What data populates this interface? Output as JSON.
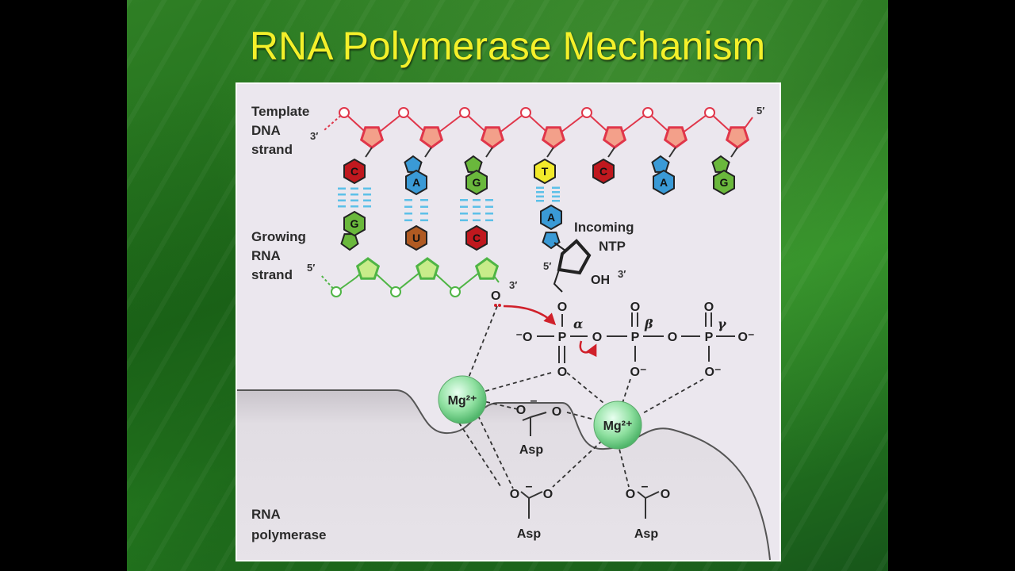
{
  "slide": {
    "title": "RNA Polymerase Mechanism"
  },
  "labels": {
    "template_line1": "Template",
    "template_line2": "DNA",
    "template_line3": "strand",
    "growing_line1": "Growing",
    "growing_line2": "RNA",
    "growing_line3": "strand",
    "incoming_line1": "Incoming",
    "incoming_line2": "NTP",
    "polymerase_line1": "RNA",
    "polymerase_line2": "polymerase"
  },
  "ends": {
    "template_3": "3′",
    "template_5": "5′",
    "rna_5": "5′",
    "rna_3": "3′",
    "ntp_5": "5′",
    "ntp_3": "3′"
  },
  "template_bases": [
    {
      "letter": "C",
      "color": "#c0181e"
    },
    {
      "letter": "A",
      "color": "#3a9ad6"
    },
    {
      "letter": "G",
      "color": "#6ab83c"
    },
    {
      "letter": "T",
      "color": "#f2ea2a"
    },
    {
      "letter": "C",
      "color": "#c0181e"
    },
    {
      "letter": "A",
      "color": "#3a9ad6"
    },
    {
      "letter": "G",
      "color": "#6ab83c"
    }
  ],
  "rna_bases": [
    {
      "letter": "G",
      "color": "#6ab83c"
    },
    {
      "letter": "U",
      "color": "#b05a22"
    },
    {
      "letter": "C",
      "color": "#c0181e"
    }
  ],
  "ntp_base": {
    "letter": "A",
    "color": "#3a9ad6"
  },
  "chem": {
    "oh": "OH",
    "o": "O",
    "o_minus_left": "⁻O",
    "o_minus_right": "O⁻",
    "o_minus": "O⁻",
    "p": "P",
    "alpha": "α",
    "beta": "β",
    "gamma": "γ",
    "mg": "Mg²⁺",
    "asp": "Asp",
    "minus": "–"
  },
  "colors": {
    "title": "#f4f02a",
    "dna_backbone": "#e0364a",
    "rna_backbone": "#4fb545",
    "hbond": "#5cc0e8",
    "mg": "#8fe0a0",
    "arrow": "#d0202a"
  }
}
